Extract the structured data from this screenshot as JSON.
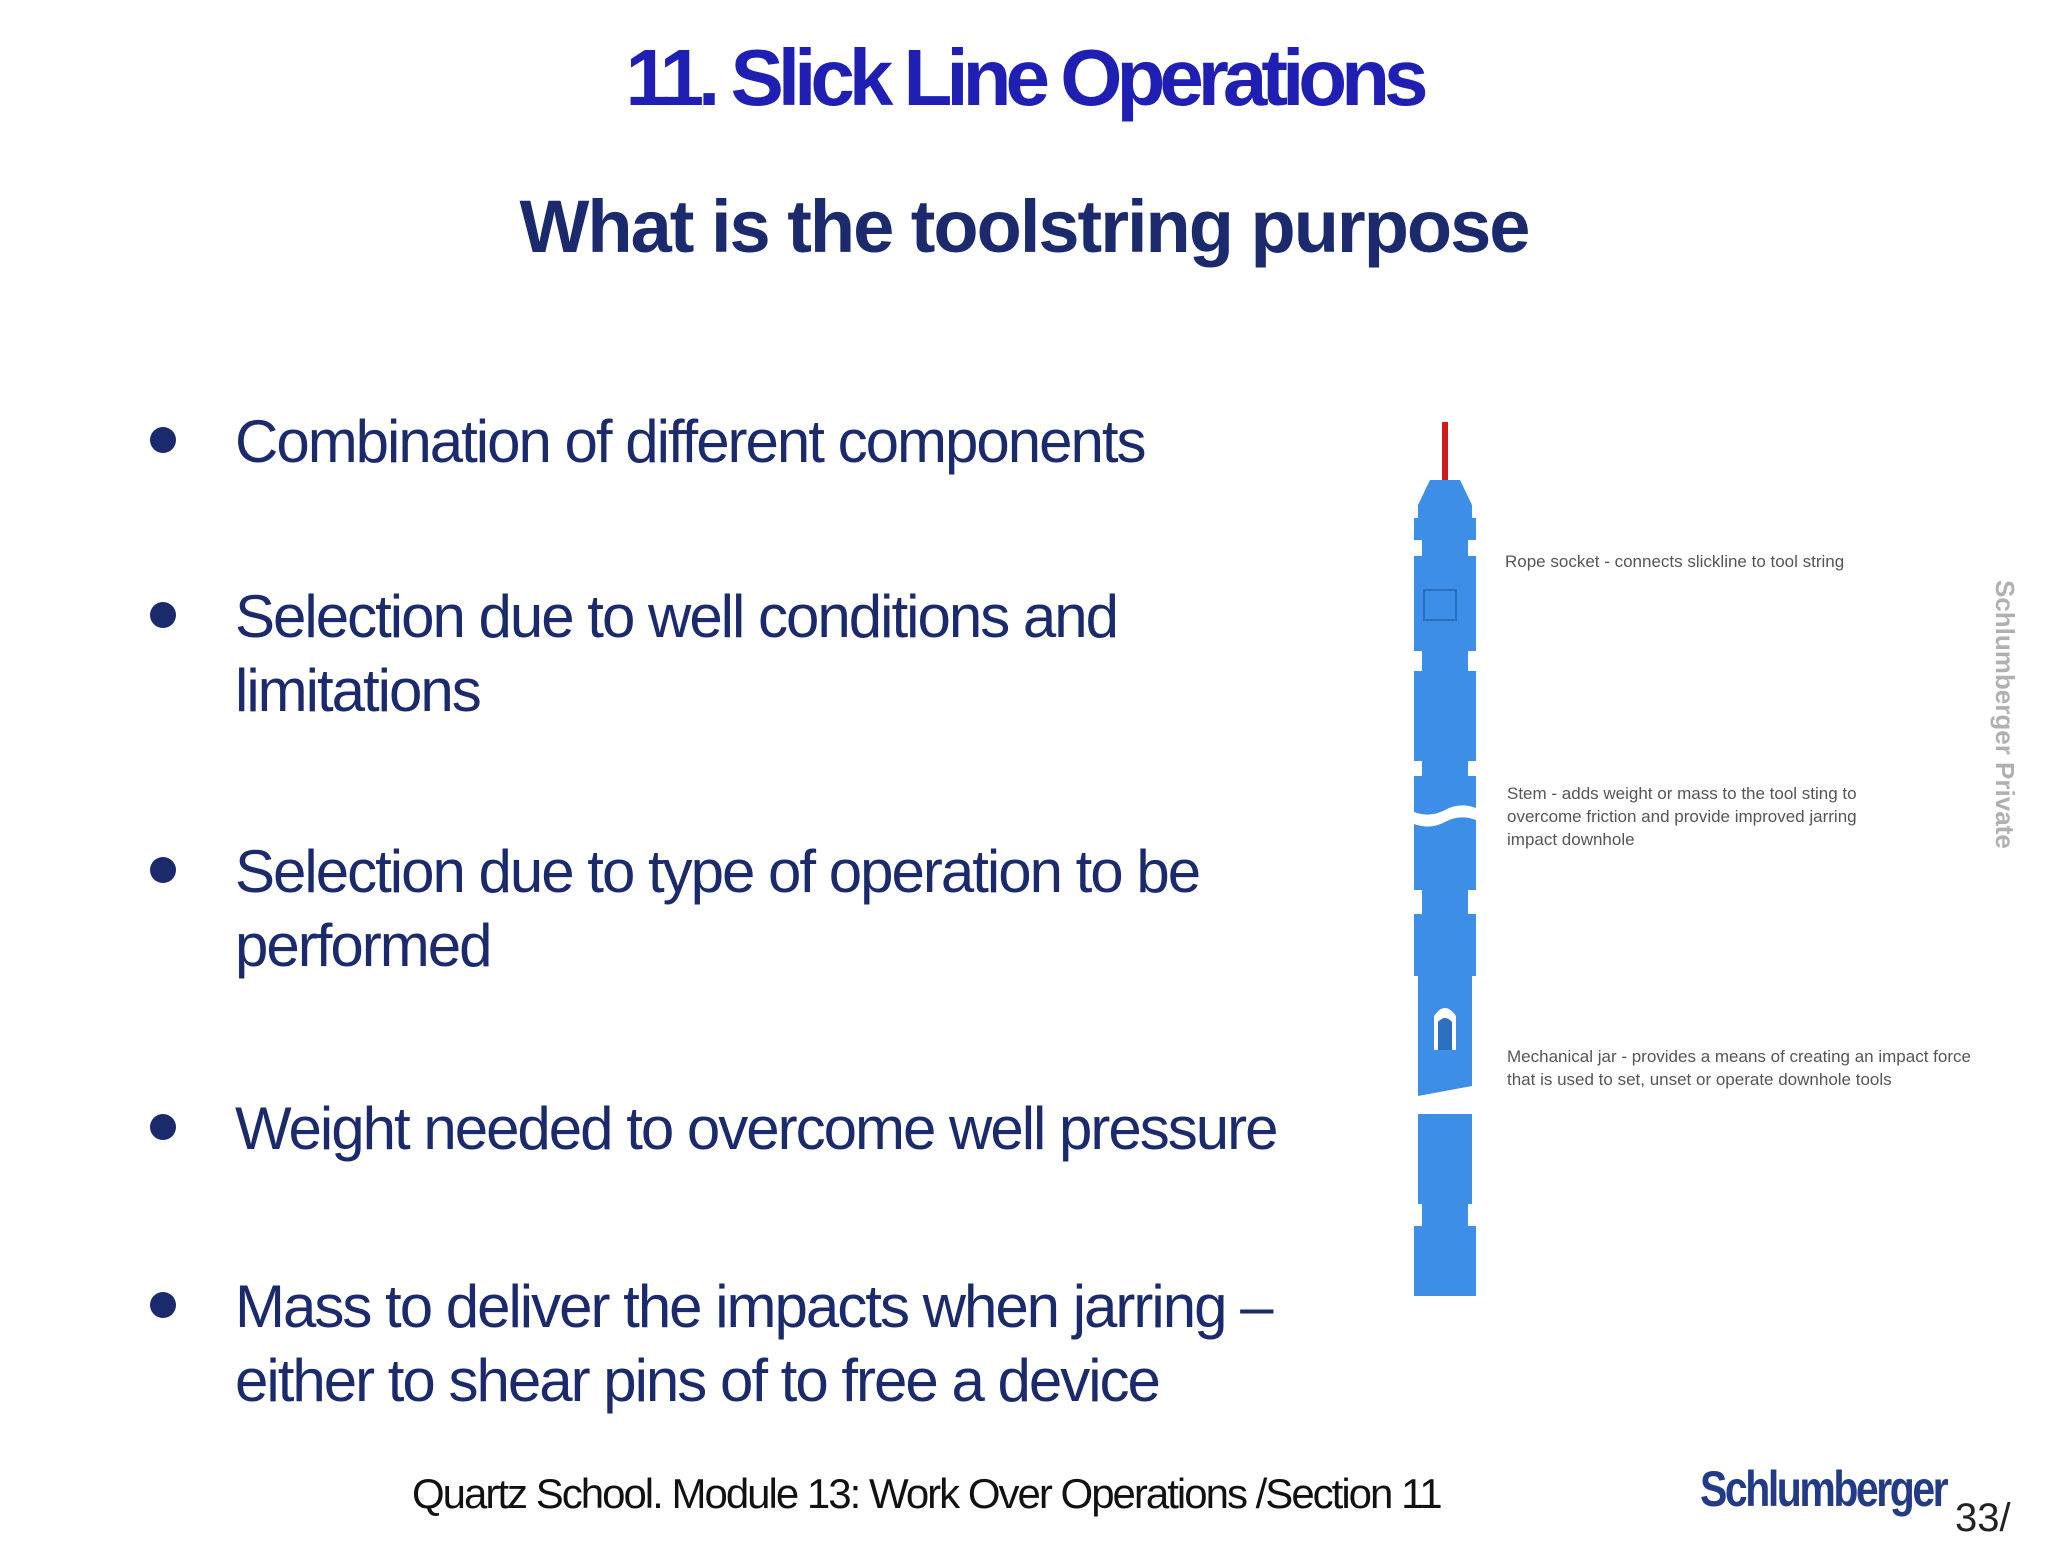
{
  "slide": {
    "title": "11. Slick Line Operations",
    "subtitle": "What is the toolstring purpose",
    "bullets": [
      "Combination of different components",
      "Selection due to well conditions and limitations",
      "Selection due to type of operation to be performed",
      "Weight needed to overcome well pressure",
      "Mass to deliver the impacts when jarring – either to shear pins of to free a device"
    ]
  },
  "diagram": {
    "tool_color": "#3d8ee6",
    "line_color": "#d11a1a",
    "labels": {
      "rope_socket": "Rope socket - connects slickline to tool string",
      "stem": "Stem - adds weight or mass to the tool sting to overcome friction and provide improved jarring impact downhole",
      "jar": "Mechanical jar - provides a means of creating an impact force that is used to set, unset or operate downhole tools"
    }
  },
  "side_label": "Schlumberger Private",
  "footer": {
    "text": "Quartz School.  Module 13: Work Over Operations /Section 11",
    "logo": "Schlumberger",
    "page": "33/"
  }
}
